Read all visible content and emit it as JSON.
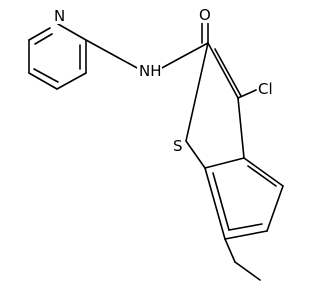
{
  "molecule": {
    "atoms": {
      "n_pyridine": "N",
      "n_amide": "NH",
      "o_carbonyl": "O",
      "cl": "Cl",
      "s": "S"
    },
    "colors": {
      "bond": "#000000",
      "label": "#000000",
      "background": "#ffffff"
    }
  }
}
